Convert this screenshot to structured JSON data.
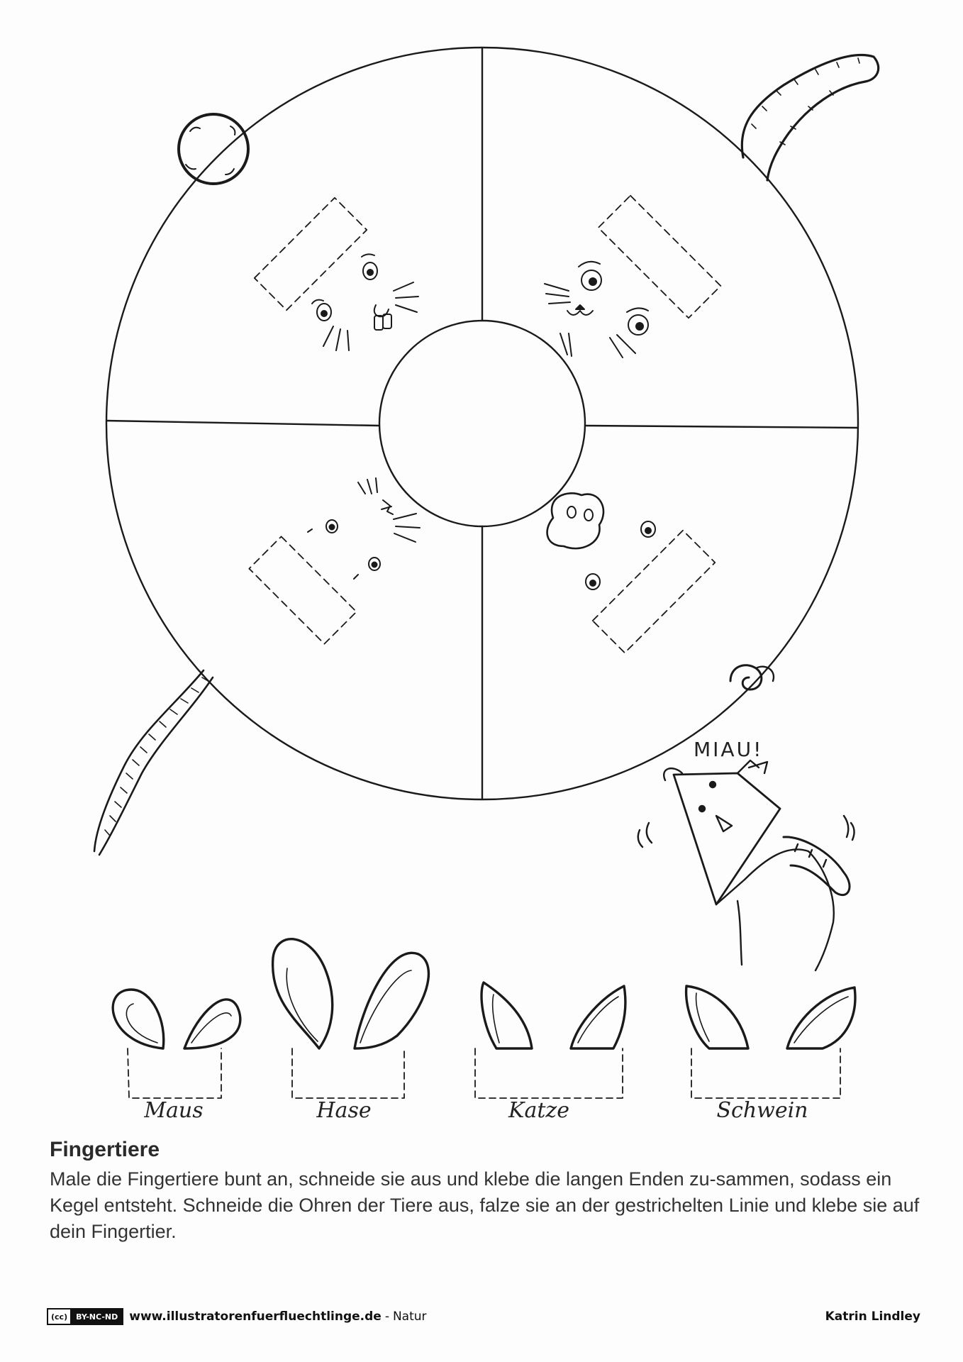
{
  "worksheet": {
    "title": "Fingertiere",
    "instructions": "Male die Fingertiere bunt an, schneide sie aus und klebe die langen Enden zu-sammen, sodass ein Kegel entsteht. Schneide die Ohren der Tiere aus, falze sie an der gestrichelten Linie und klebe sie auf dein Fingertier.",
    "speech": "MIAU!",
    "ear_labels": [
      "Maus",
      "Hase",
      "Katze",
      "Schwein"
    ]
  },
  "footer": {
    "license_cc": "(cc)",
    "license_type": "BY-NC-ND",
    "website": "www.illustratorenfuerfluechtlinge.de",
    "separator": "-",
    "category": "Natur",
    "author": "Katrin Lindley"
  },
  "style": {
    "ink": "#1a1a1a",
    "paper": "#fdfdfd"
  }
}
